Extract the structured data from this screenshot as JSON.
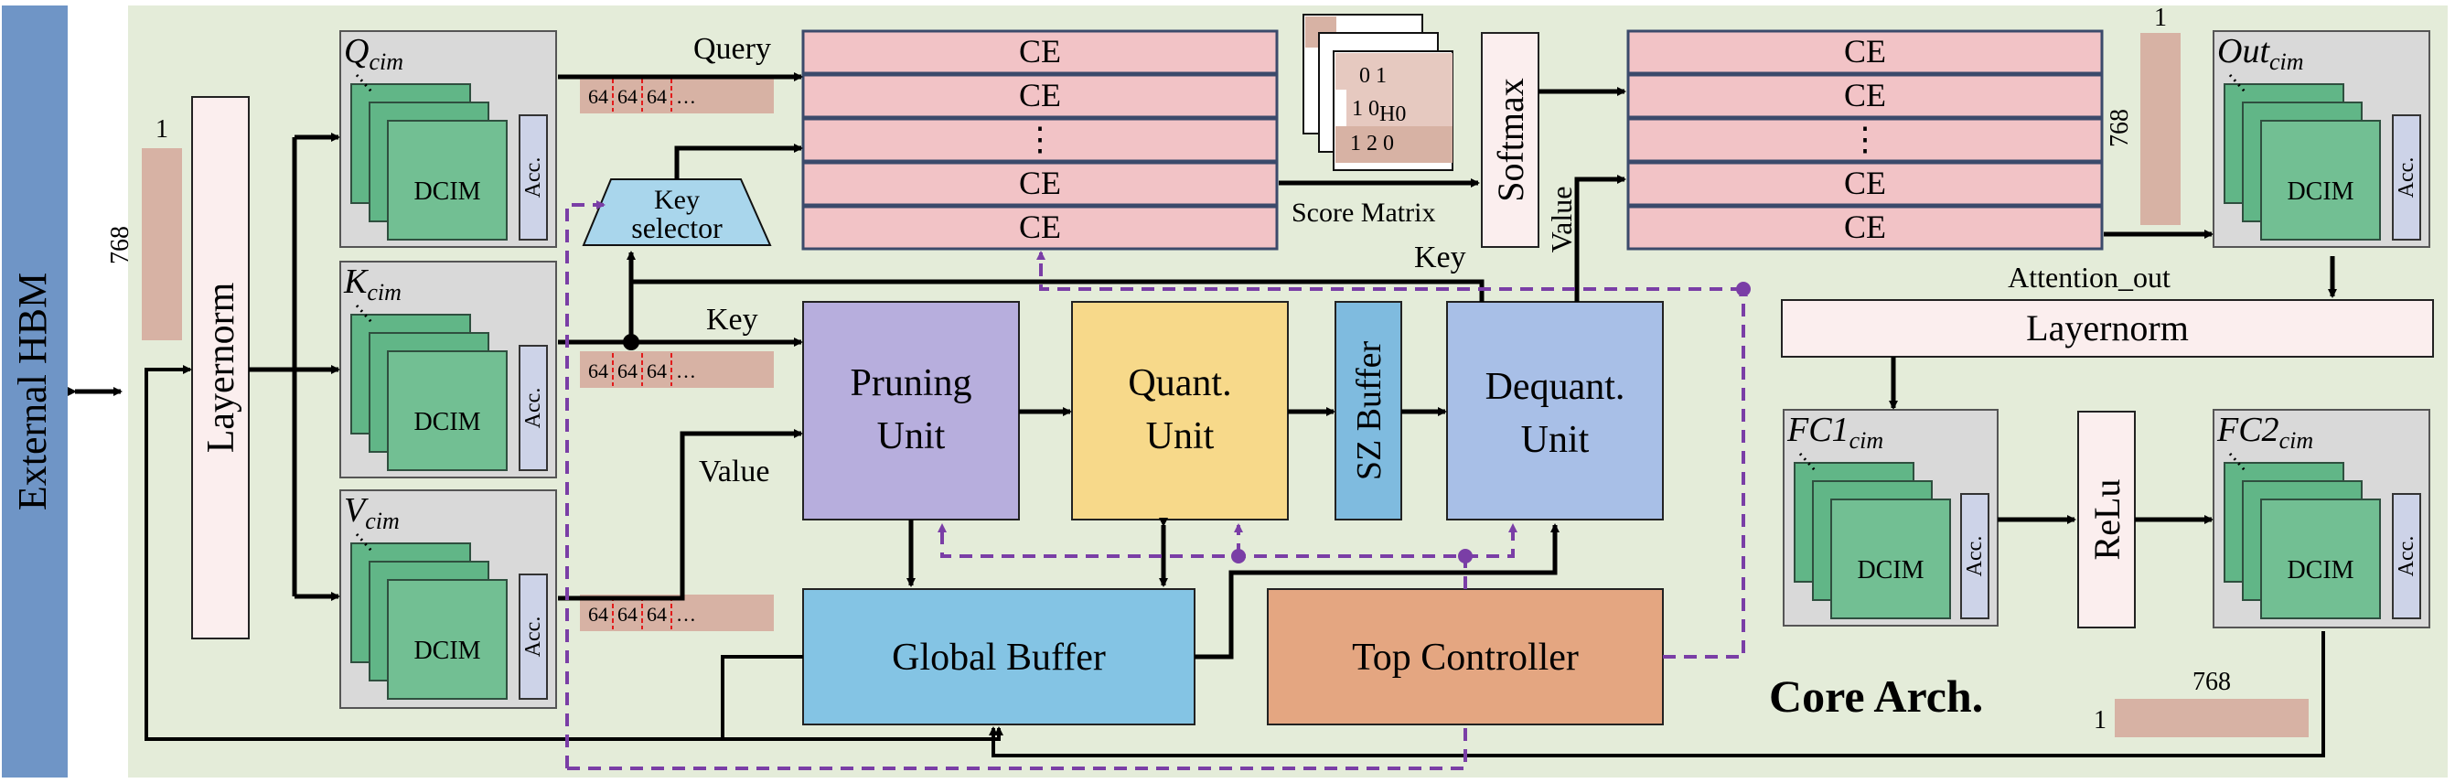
{
  "sidebar": {
    "label": "External HBM"
  },
  "input_tensor": {
    "rows": "1",
    "cols": "768"
  },
  "layernorm_1": "Layernorm",
  "cim_blocks": {
    "q": {
      "base": "Q",
      "sub": "cim",
      "dcim": "DCIM",
      "acc": "Acc."
    },
    "k": {
      "base": "K",
      "sub": "cim",
      "dcim": "DCIM",
      "acc": "Acc."
    },
    "v": {
      "base": "V",
      "sub": "cim",
      "dcim": "DCIM",
      "acc": "Acc."
    },
    "out": {
      "base": "Out",
      "sub": "cim",
      "dcim": "DCIM",
      "acc": "Acc."
    },
    "fc1": {
      "base": "FC1",
      "sub": "cim",
      "dcim": "DCIM",
      "acc": "Acc."
    },
    "fc2": {
      "base": "FC2",
      "sub": "cim",
      "dcim": "DCIM",
      "acc": "Acc."
    }
  },
  "vector_chunks": [
    "64",
    "64",
    "64",
    "…"
  ],
  "signals": {
    "query": "Query",
    "key_1": "Key",
    "key_2": "Key",
    "value_1": "Value",
    "value_2": "Value",
    "score_matrix": "Score Matrix",
    "attention_out": "Attention_out"
  },
  "key_selector": {
    "line1": "Key",
    "line2": "selector"
  },
  "ce_array_1": [
    "CE",
    "CE",
    "⋮",
    "CE",
    "CE"
  ],
  "ce_array_2": [
    "CE",
    "CE",
    "⋮",
    "CE",
    "CE"
  ],
  "score_stack": {
    "row1": "0 1",
    "row2": "1 0",
    "row3": "1 2 0",
    "label": "H0"
  },
  "softmax": "Softmax",
  "units": {
    "pruning": {
      "line1": "Pruning",
      "line2": "Unit"
    },
    "quant": {
      "line1": "Quant.",
      "line2": "Unit"
    },
    "sz_buffer": "SZ Buffer",
    "dequant": {
      "line1": "Dequant.",
      "line2": "Unit"
    },
    "global_buffer": "Global Buffer",
    "top_controller": "Top Controller"
  },
  "output_tensor": {
    "rows": "1",
    "cols": "768"
  },
  "layernorm_2": "Layernorm",
  "relu": "ReLu",
  "ffn_tensor": {
    "rows": "1",
    "cols": "768"
  },
  "core_label": "Core Arch.",
  "colors": {
    "background": "#e4ecd9",
    "sidebar": "#6f95c6",
    "ce_fill": "#f2c3c6",
    "pruning": "#b7aedd",
    "quant": "#f7d98a",
    "dequant": "#a8bfe7",
    "sz_buffer": "#7fbbdf",
    "global_buffer": "#84c4e4",
    "top_controller": "#e4a681",
    "control_dash": "#7a3ea6",
    "tensor": "#d7b2a4",
    "dcim": "#61b687"
  }
}
